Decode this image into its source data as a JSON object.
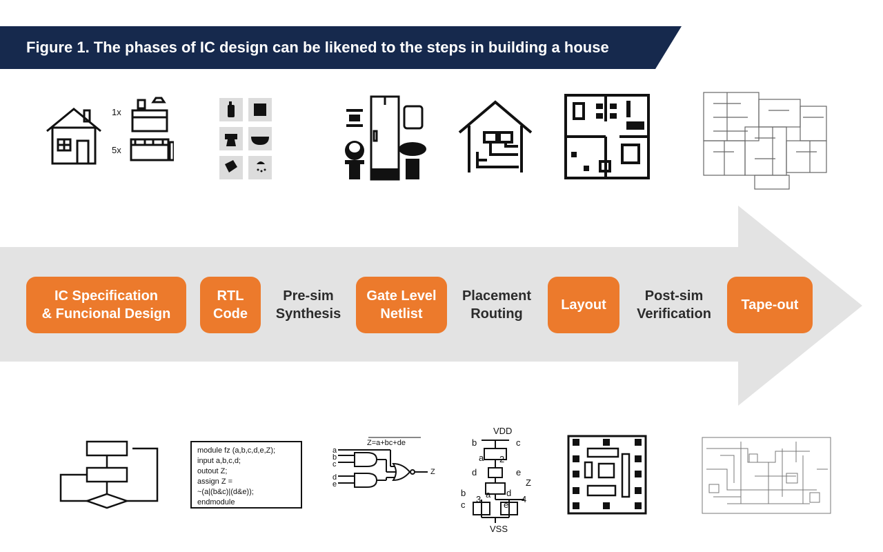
{
  "banner": {
    "title": "Figure 1. The phases of IC design can be likened to the steps in building a house"
  },
  "stages": [
    {
      "label": "IC Specification\n& Funcional Design",
      "style": "orange"
    },
    {
      "label": "RTL\nCode",
      "style": "orange"
    },
    {
      "label": "Pre-sim\nSynthesis",
      "style": "plain"
    },
    {
      "label": "Gate Level\nNetlist",
      "style": "orange"
    },
    {
      "label": "Placement\nRouting",
      "style": "plain"
    },
    {
      "label": "Layout",
      "style": "orange"
    },
    {
      "label": "Post-sim\nVerification",
      "style": "plain"
    },
    {
      "label": "Tape-out",
      "style": "orange"
    }
  ],
  "house_icons": {
    "room_count_1": "1x",
    "room_count_5": "5x"
  },
  "rtl_code": "module fz (a,b,c,d,e,Z);\ninput a,b,c,d;\noutout Z;\nassign Z =\n~(a|(b&c)|(d&e));\nendmodule",
  "netlist": {
    "expression": "Z=a+bc+de",
    "inputs": [
      "a",
      "b",
      "c",
      "d",
      "e"
    ],
    "output": "Z"
  },
  "transistor": {
    "vdd": "VDD",
    "vss": "VSS",
    "labels": [
      "b",
      "c",
      "a",
      "2",
      "d",
      "e",
      "Z",
      "b",
      "3",
      "a",
      "d",
      "4",
      "c",
      "e"
    ]
  },
  "colors": {
    "banner": "#16294d",
    "accent": "#ec7a2c",
    "arrow": "#e3e3e3"
  }
}
